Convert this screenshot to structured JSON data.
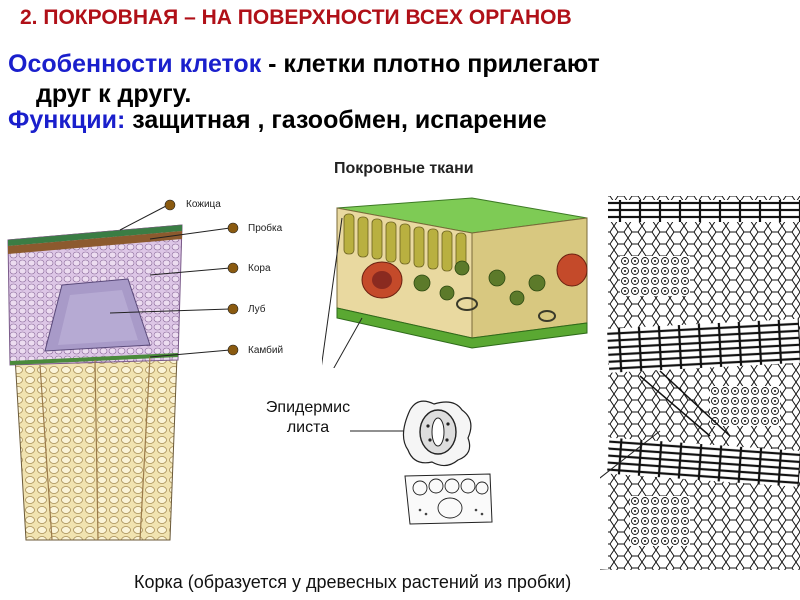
{
  "slide": {
    "title": "2. ПОКРОВНАЯ – НА ПОВЕРХНОСТИ ВСЕХ ОРГАНОВ",
    "features_label": "Особенности клеток",
    "features_text": " - клетки плотно прилегают",
    "features_text_cont": "друг к другу.",
    "functions_label": "Функции:",
    "functions_text": " защитная , газообмен, испарение"
  },
  "figure": {
    "title": "Покровные ткани",
    "stem_labels": [
      "Кожица",
      "Пробка",
      "Кора",
      "Луб",
      "Камбий"
    ],
    "epidermis_label_line1": "Эпидермис",
    "epidermis_label_line2": "листа",
    "caption": "Корка (образуется у древесных растений  из пробки)"
  },
  "colors": {
    "title": "#b01018",
    "label_blue": "#1a1fcc",
    "leaf_green": "#5aa832"
  }
}
